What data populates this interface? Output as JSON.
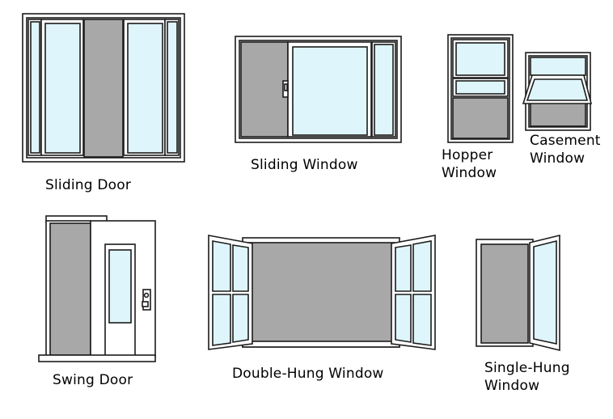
{
  "colors": {
    "glass": "#def5fb",
    "wall": "#a8a8a8",
    "outline": "#1c1c1c",
    "background": "#ffffff"
  },
  "labels": {
    "sliding_door": "Sliding Door",
    "sliding_window": "Sliding Window",
    "hopper_window": "Hopper\nWindow",
    "casement_window": "Casement\nWindow",
    "swing_door": "Swing Door",
    "double_hung_window": "Double-Hung Window",
    "single_hung_window": "Single-Hung\nWindow"
  }
}
